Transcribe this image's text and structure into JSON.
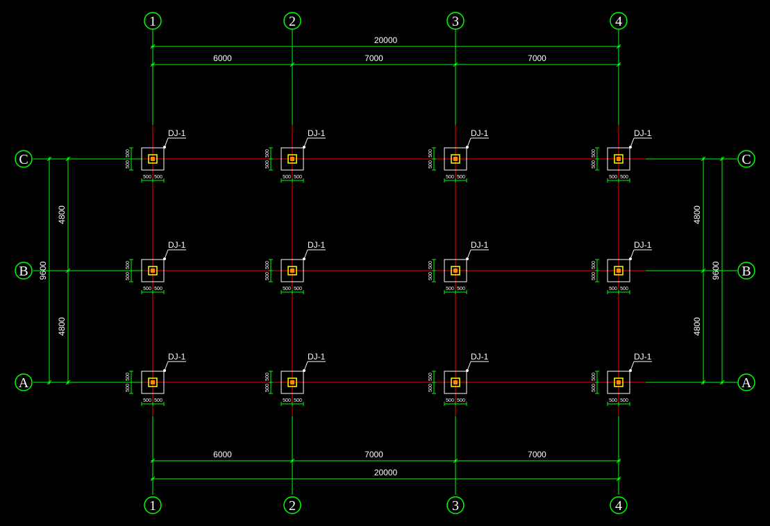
{
  "drawing": {
    "grid_columns": [
      "1",
      "2",
      "3",
      "4"
    ],
    "grid_rows": [
      "C",
      "B",
      "A"
    ],
    "column_spacings": [
      "6000",
      "7000",
      "7000"
    ],
    "column_total": "20000",
    "row_spacings": [
      "4800",
      "4800"
    ],
    "row_total": "9600",
    "footing_label": "DJ-1",
    "footing_dim": "500"
  },
  "colors": {
    "background": "#000000",
    "grid_line": "#00ff00",
    "axis_line": "#ff0000",
    "text": "#ffffff",
    "footing_outline": "#ffffff",
    "footing_core": "#ffff00"
  }
}
